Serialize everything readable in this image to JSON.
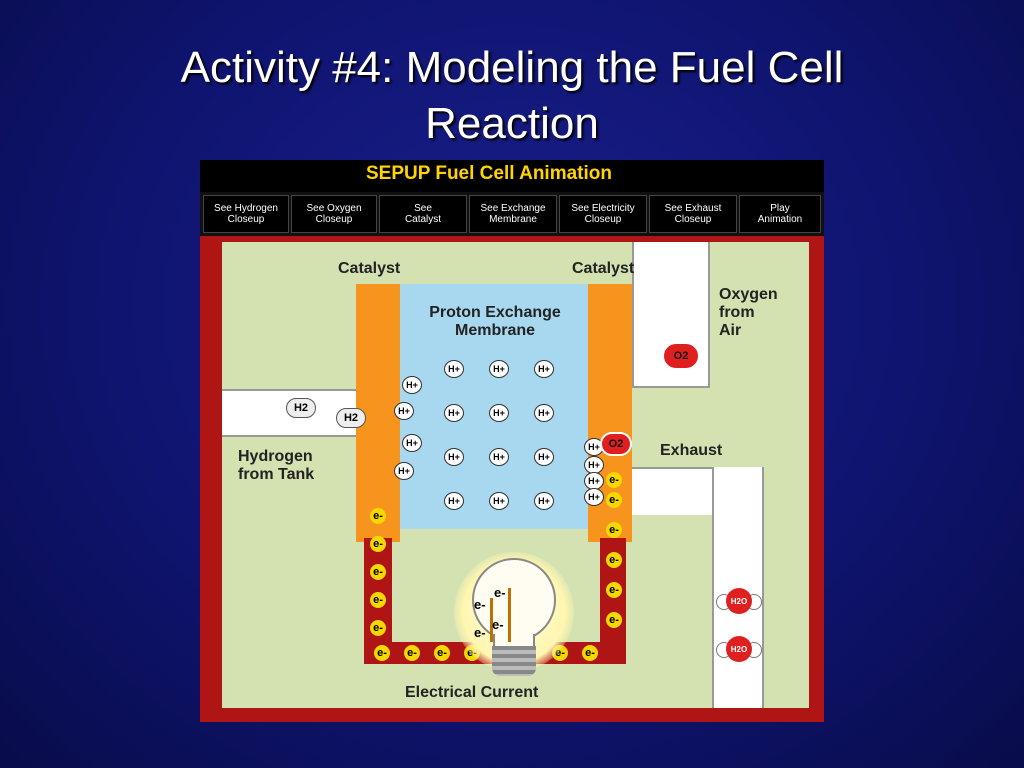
{
  "slide": {
    "title_line1": "Activity #4: Modeling the Fuel Cell",
    "title_line2": "Reaction"
  },
  "animation": {
    "header": "SEPUP Fuel Cell Animation",
    "buttons": [
      "See Hydrogen\nCloseup",
      "See Oxygen\nCloseup",
      "See\nCatalyst",
      "See Exchange\nMembrane",
      "See Electricity\nCloseup",
      "See Exhaust\nCloseup",
      "Play\nAnimation"
    ],
    "labels": {
      "catalyst_left": "Catalyst",
      "catalyst_right": "Catalyst",
      "membrane": "Proton Exchange\nMembrane",
      "oxygen": "Oxygen\nfrom\nAir",
      "hydrogen": "Hydrogen\nfrom Tank",
      "exhaust": "Exhaust",
      "current": "Electrical Current"
    },
    "molecules": {
      "proton": "H+",
      "hydrogen": "H2",
      "oxygen": "O2",
      "water": "H2O",
      "electron": "e-"
    },
    "colors": {
      "frame": "#b01515",
      "catalyst": "#f7941d",
      "membrane": "#a8d8f0",
      "background": "#d4e2b2",
      "header_text": "#ffd400"
    }
  }
}
